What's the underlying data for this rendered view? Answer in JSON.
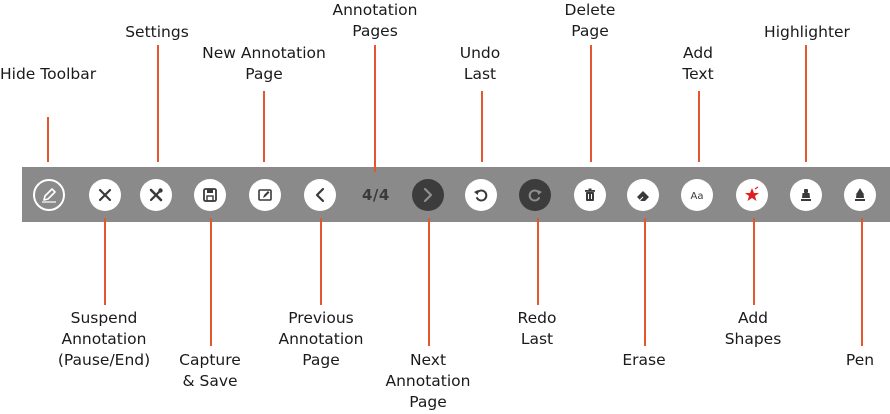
{
  "toolbar": {
    "page_counter": "4/4",
    "buttons": [
      {
        "name": "hide-toolbar-button",
        "icon": "pencil-icon",
        "style": "hide"
      },
      {
        "name": "suspend-annotation-button",
        "icon": "close-icon",
        "style": "light"
      },
      {
        "name": "settings-button",
        "icon": "tools-icon",
        "style": "light"
      },
      {
        "name": "capture-save-button",
        "icon": "save-icon",
        "style": "light"
      },
      {
        "name": "new-annotation-page-button",
        "icon": "new-page-icon",
        "style": "light"
      },
      {
        "name": "previous-page-button",
        "icon": "chevron-left-icon",
        "style": "light"
      },
      {
        "name": "next-page-button",
        "icon": "chevron-right-icon",
        "style": "dark"
      },
      {
        "name": "undo-button",
        "icon": "undo-icon",
        "style": "light"
      },
      {
        "name": "redo-button",
        "icon": "redo-icon",
        "style": "dark"
      },
      {
        "name": "delete-page-button",
        "icon": "trash-icon",
        "style": "light"
      },
      {
        "name": "erase-button",
        "icon": "eraser-icon",
        "style": "light"
      },
      {
        "name": "add-text-button",
        "icon": "text-icon",
        "style": "light"
      },
      {
        "name": "add-shapes-button",
        "icon": "star-icon",
        "style": "light"
      },
      {
        "name": "highlighter-button",
        "icon": "highlighter-icon",
        "style": "light"
      },
      {
        "name": "pen-button",
        "icon": "pen-icon",
        "style": "light"
      }
    ]
  },
  "labels": {
    "hide_toolbar": [
      "Hide Toolbar"
    ],
    "settings": [
      "Settings"
    ],
    "new_annotation_page": [
      "New Annotation",
      "Page"
    ],
    "annotation_pages": [
      "Annotation",
      "Pages"
    ],
    "undo_last": [
      "Undo",
      "Last"
    ],
    "delete_page": [
      "Delete",
      "Page"
    ],
    "add_text": [
      "Add",
      "Text"
    ],
    "highlighter": [
      "Highlighter"
    ],
    "suspend_annotation": [
      "Suspend",
      "Annotation",
      "(Pause/End)"
    ],
    "capture_save": [
      "Capture",
      "& Save"
    ],
    "previous_annotation_page": [
      "Previous",
      "Annotation",
      "Page"
    ],
    "next_annotation_page": [
      "Next",
      "Annotation",
      "Page"
    ],
    "redo_last": [
      "Redo",
      "Last"
    ],
    "erase": [
      "Erase"
    ],
    "add_shapes": [
      "Add",
      "Shapes"
    ],
    "pen": [
      "Pen"
    ]
  },
  "colors": {
    "toolbar_bg": "#8a8a8a",
    "callout_line": "#e2572e",
    "star_accent": "#e02020",
    "dark_button": "#3c3c3c"
  }
}
